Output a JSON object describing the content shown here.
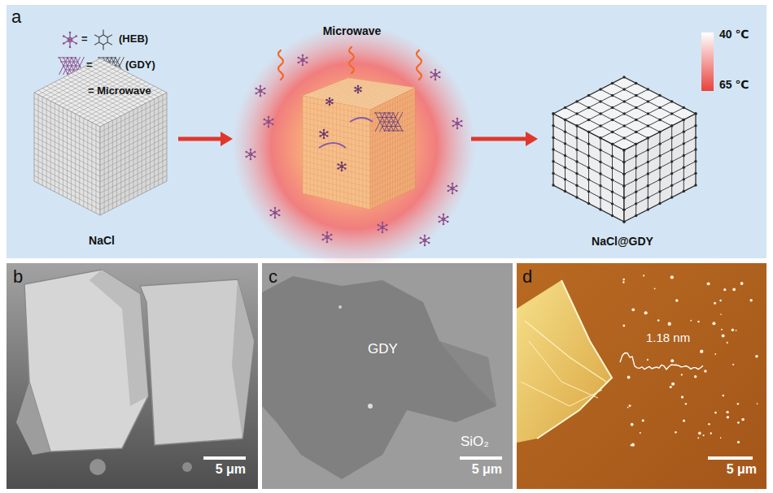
{
  "diagram": {
    "nodes": [
      {
        "text": [
          "NaCl"
        ]
      },
      {
        "text": [
          "Microwave"
        ]
      },
      {
        "text": [
          "NaCl@GDY"
        ]
      }
    ],
    "edges": [
      {
        "from": 0,
        "to": 1,
        "arrow": "to"
      },
      {
        "from": 1,
        "to": 2,
        "arrow": "to"
      }
    ],
    "labels": [
      "a",
      "=",
      "(HEB)",
      "=",
      "(GDY)",
      "= Microwave",
      "40 ℃",
      "65 ℃",
      "b",
      "5 μm",
      "c",
      "GDY",
      "SiO₂",
      "5 μm",
      "d",
      "1.18 nm",
      "5 μm"
    ]
  }
}
